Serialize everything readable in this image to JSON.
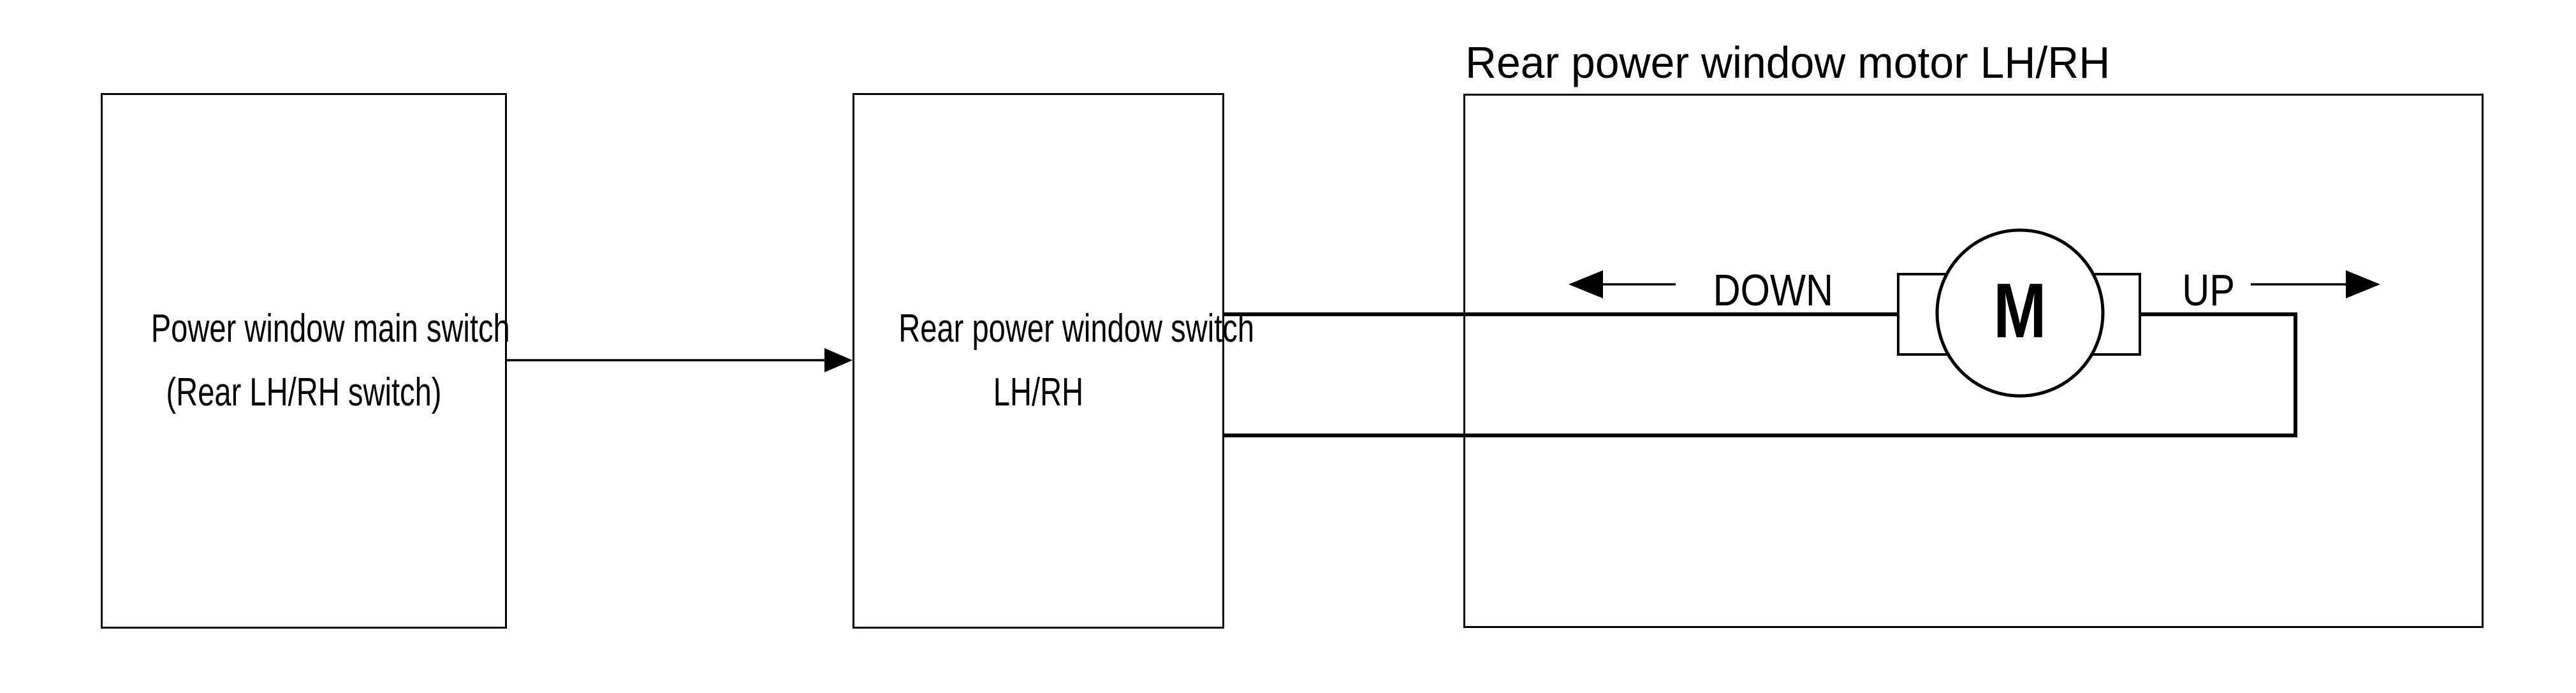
{
  "diagram": {
    "background_color": "#ffffff",
    "line_color": "#000000",
    "boxes": {
      "main_switch": {
        "line1": "Power window main switch",
        "line2": "(Rear LH/RH switch)"
      },
      "rear_switch": {
        "line1": "Rear power window switch",
        "line2": "LH/RH"
      },
      "motor": {
        "title": "Rear power window motor LH/RH"
      }
    },
    "motor_symbol": {
      "letter": "M"
    },
    "labels": {
      "down": "DOWN",
      "up": "UP"
    }
  }
}
